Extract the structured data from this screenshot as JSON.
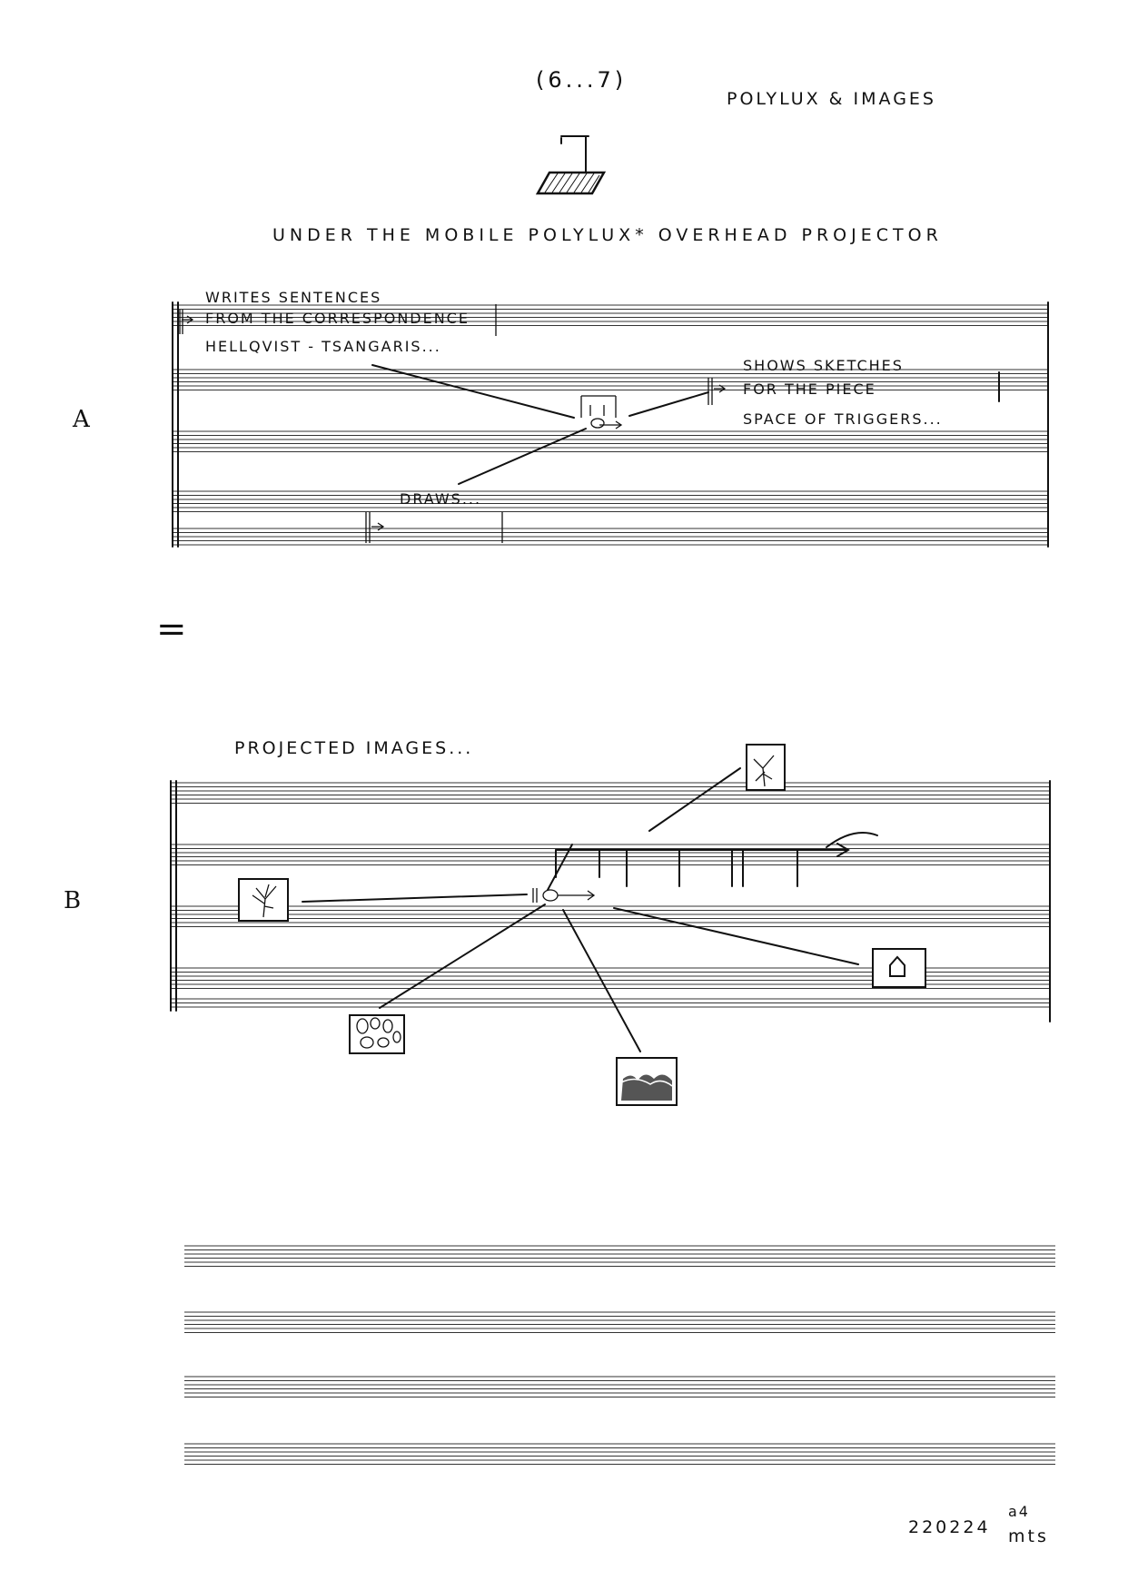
{
  "header": {
    "section_number": "(6...7)",
    "title": "POLYLUX & IMAGES",
    "instruction": "UNDER THE MOBILE POLYLUX* OVERHEAD PROJECTOR"
  },
  "section_a": {
    "label": "A",
    "writes_text": [
      "WRITES SENTENCES",
      "FROM THE CORRESPONDENCE",
      "HELLQVIST - TSANGARIS..."
    ],
    "shows_text": [
      "SHOWS SKETCHES",
      "FOR THE PIECE",
      "SPACE OF TRIGGERS..."
    ],
    "draws_text": "DRAWS..."
  },
  "equals_sign": "=",
  "section_b": {
    "label": "B",
    "projected_text": "PROJECTED IMAGES..."
  },
  "footer": {
    "date": "220224",
    "page": "a4",
    "initials": "mts"
  }
}
